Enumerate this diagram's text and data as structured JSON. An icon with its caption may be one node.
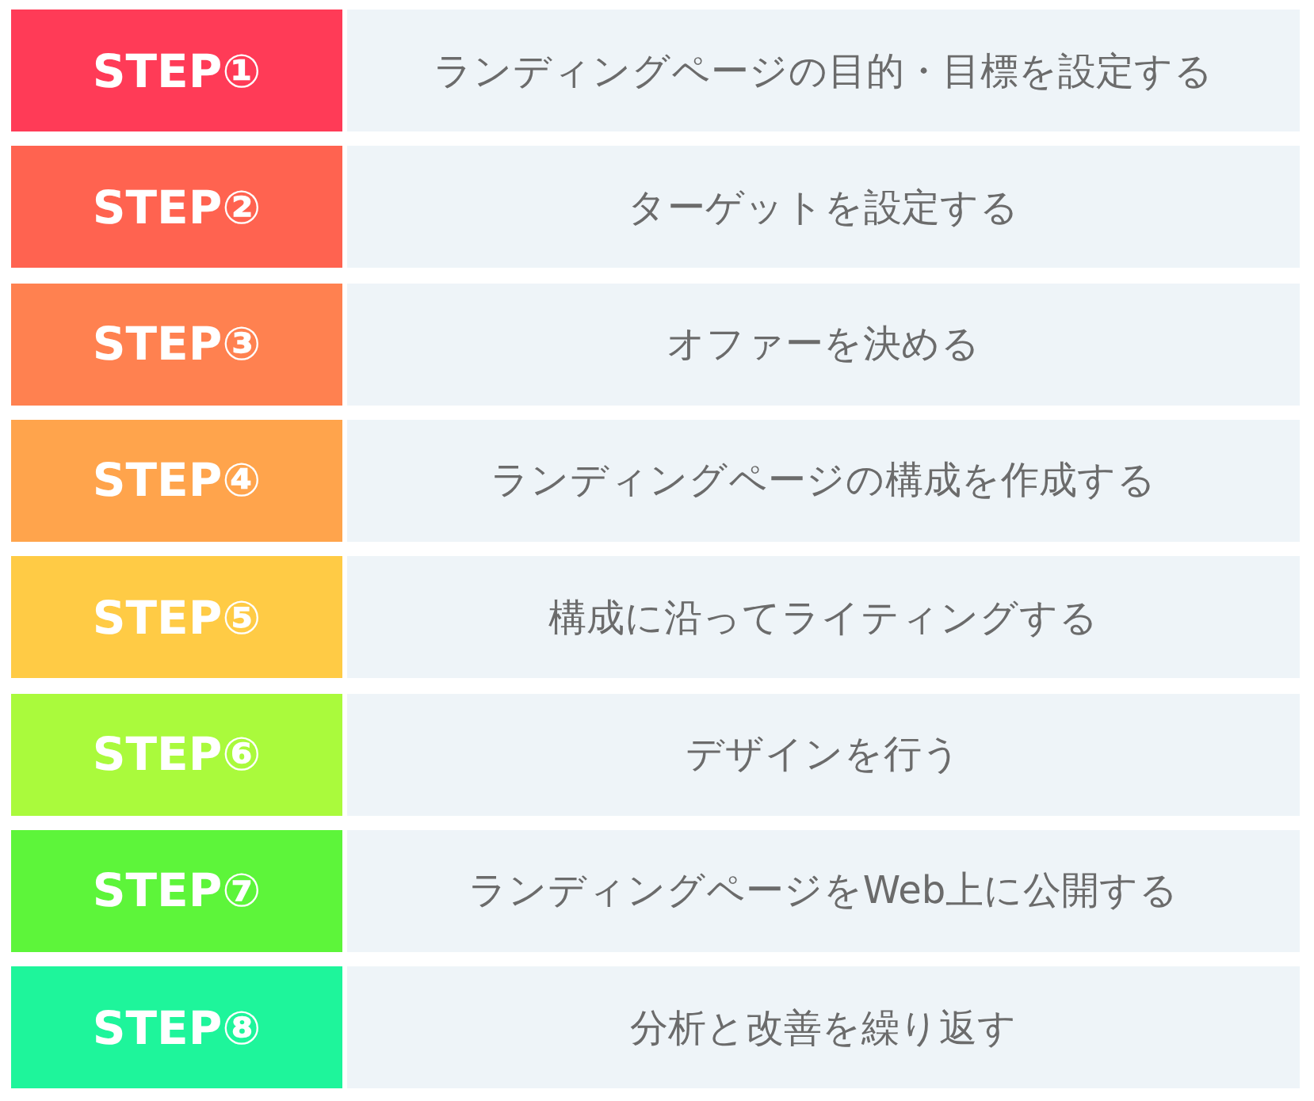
{
  "diagram": {
    "nodes": [
      {
        "text": [
          "STEP①"
        ]
      },
      {
        "text": [
          "ランディングページの目的・目標を設定する"
        ]
      },
      {
        "text": [
          "STEP②"
        ]
      },
      {
        "text": [
          "ターゲットを設定する"
        ]
      },
      {
        "text": [
          "STEP③"
        ]
      },
      {
        "text": [
          "オファーを決める"
        ]
      },
      {
        "text": [
          "STEP④"
        ]
      },
      {
        "text": [
          "ランディングページの構成を作成する"
        ]
      },
      {
        "text": [
          "STEP⑤"
        ]
      },
      {
        "text": [
          "構成に沿ってライティングする"
        ]
      },
      {
        "text": [
          "STEP⑥"
        ]
      },
      {
        "text": [
          "デザインを行う"
        ]
      },
      {
        "text": [
          "STEP⑦"
        ]
      },
      {
        "text": [
          "ランディングページをWeb上に公開する"
        ]
      },
      {
        "text": [
          "STEP⑧"
        ]
      },
      {
        "text": [
          "分析と改善を繰り返す"
        ]
      }
    ]
  }
}
